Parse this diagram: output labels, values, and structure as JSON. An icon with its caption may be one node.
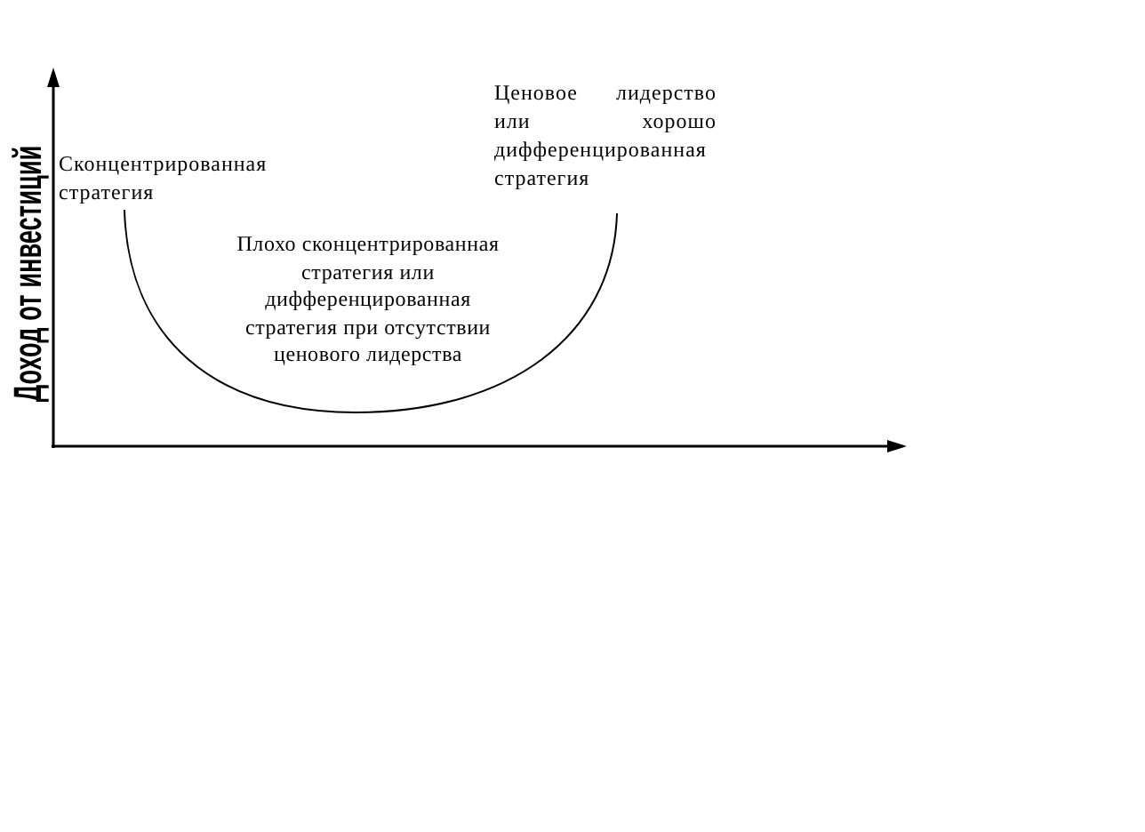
{
  "diagram": {
    "labels": [
      "Ценовое лидерство или хорошо дифференцированная стратегия",
      "Доход от инвестиций",
      "Сконцентрированная стратегия",
      "Плохо сконцентрированная стратегия или дифференцированная стратегия при отсутствии ценового лидерства"
    ]
  }
}
